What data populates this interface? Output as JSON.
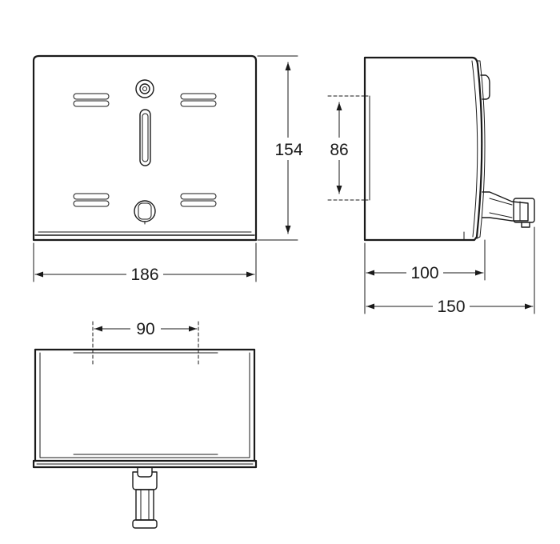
{
  "dimensions": {
    "front_width": "186",
    "front_height": "154",
    "side_inner_height": "86",
    "side_depth": "100",
    "side_total_depth": "150",
    "bottom_spacing": "90"
  }
}
